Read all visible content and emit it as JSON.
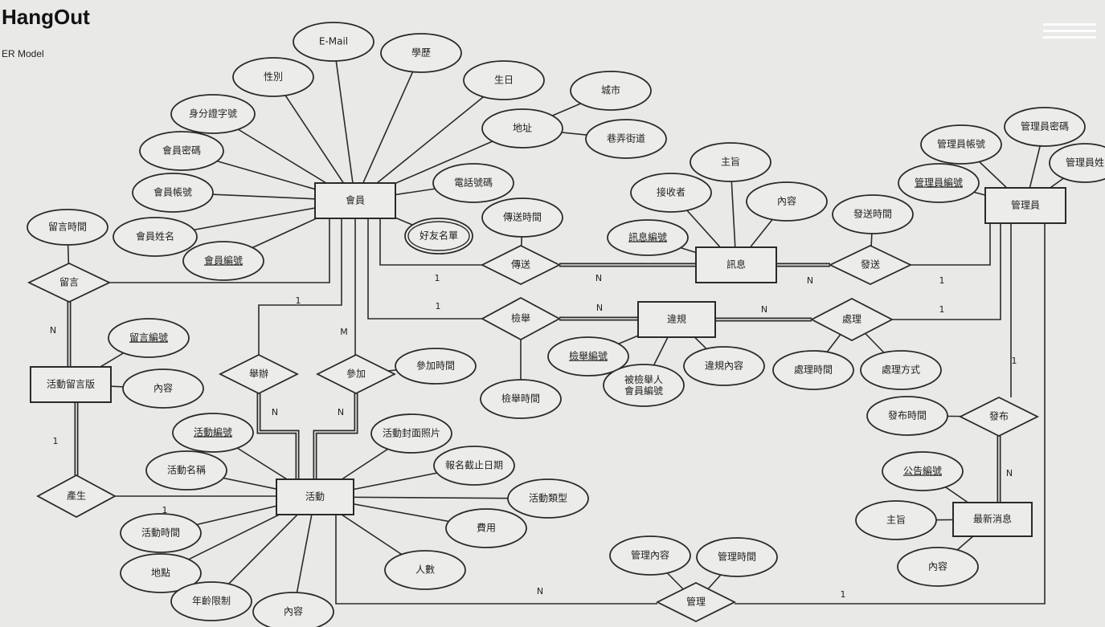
{
  "app": {
    "title": "HangOut",
    "subtitle": "ER Model"
  },
  "entities": [
    {
      "id": "member",
      "label": "會員"
    },
    {
      "id": "message",
      "label": "訊息"
    },
    {
      "id": "admin",
      "label": "管理員"
    },
    {
      "id": "violation",
      "label": "違規"
    },
    {
      "id": "board",
      "label": "活動留言版"
    },
    {
      "id": "activity",
      "label": "活動"
    },
    {
      "id": "news",
      "label": "最新消息"
    }
  ],
  "relationships": [
    {
      "id": "r_msg",
      "label": "留言"
    },
    {
      "id": "r_send",
      "label": "傳送"
    },
    {
      "id": "r_post",
      "label": "發送"
    },
    {
      "id": "r_report",
      "label": "檢舉"
    },
    {
      "id": "r_handle",
      "label": "處理"
    },
    {
      "id": "r_host",
      "label": "舉辦"
    },
    {
      "id": "r_join",
      "label": "參加"
    },
    {
      "id": "r_gen",
      "label": "產生"
    },
    {
      "id": "r_publish",
      "label": "發布"
    },
    {
      "id": "r_manage",
      "label": "管理"
    }
  ],
  "attributes": [
    {
      "id": "a_email",
      "label": "E-Mail"
    },
    {
      "id": "a_edu",
      "label": "學歷"
    },
    {
      "id": "a_gender",
      "label": "性別"
    },
    {
      "id": "a_birth",
      "label": "生日"
    },
    {
      "id": "a_city",
      "label": "城市"
    },
    {
      "id": "a_id",
      "label": "身分證字號"
    },
    {
      "id": "a_addr",
      "label": "地址"
    },
    {
      "id": "a_street",
      "label": "巷弄街道"
    },
    {
      "id": "a_pwd",
      "label": "會員密碼"
    },
    {
      "id": "a_acct",
      "label": "會員帳號"
    },
    {
      "id": "a_phone",
      "label": "電話號碼"
    },
    {
      "id": "a_sendtime",
      "label": "傳送時間"
    },
    {
      "id": "a_friends",
      "label": "好友名單"
    },
    {
      "id": "a_msgtime",
      "label": "留言時間"
    },
    {
      "id": "a_mname",
      "label": "會員姓名"
    },
    {
      "id": "a_mno",
      "label": "會員編號"
    },
    {
      "id": "a_subj",
      "label": "主旨"
    },
    {
      "id": "a_recv",
      "label": "接收者"
    },
    {
      "id": "a_content1",
      "label": "內容"
    },
    {
      "id": "a_msgno",
      "label": "訊息編號"
    },
    {
      "id": "a_posttime",
      "label": "發送時間"
    },
    {
      "id": "a_admacct",
      "label": "管理員帳號"
    },
    {
      "id": "a_admpwd",
      "label": "管理員密碼"
    },
    {
      "id": "a_admname",
      "label": "管理員姓"
    },
    {
      "id": "a_admno",
      "label": "管理員編號"
    },
    {
      "id": "a_boardno",
      "label": "留言編號"
    },
    {
      "id": "a_boardcontent",
      "label": "內容"
    },
    {
      "id": "a_joint",
      "label": "參加時間"
    },
    {
      "id": "a_reportno",
      "label": "檢舉編號"
    },
    {
      "id": "a_reportedmember",
      "label": "被檢舉人\n會員編號"
    },
    {
      "id": "a_violcontent",
      "label": "違規內容"
    },
    {
      "id": "a_handletime",
      "label": "處理時間"
    },
    {
      "id": "a_handleway",
      "label": "處理方式"
    },
    {
      "id": "a_reporttime",
      "label": "檢舉時間"
    },
    {
      "id": "a_pubtime",
      "label": "發布時間"
    },
    {
      "id": "a_actno",
      "label": "活動編號"
    },
    {
      "id": "a_cover",
      "label": "活動封面照片"
    },
    {
      "id": "a_deadline",
      "label": "報名截止日期"
    },
    {
      "id": "a_actname",
      "label": "活動名稱"
    },
    {
      "id": "a_acttype",
      "label": "活動類型"
    },
    {
      "id": "a_fee",
      "label": "費用"
    },
    {
      "id": "a_acttime",
      "label": "活動時間"
    },
    {
      "id": "a_place",
      "label": "地點"
    },
    {
      "id": "a_people",
      "label": "人數"
    },
    {
      "id": "a_age",
      "label": "年齡限制"
    },
    {
      "id": "a_actcontent",
      "label": "內容"
    },
    {
      "id": "a_newsno",
      "label": "公告編號"
    },
    {
      "id": "a_newssubj",
      "label": "主旨"
    },
    {
      "id": "a_newscontent",
      "label": "內容"
    },
    {
      "id": "a_mgmtcontent",
      "label": "管理內容"
    },
    {
      "id": "a_mgmttime",
      "label": "管理時間"
    }
  ],
  "cardinalities": [
    {
      "id": "c1",
      "label": "1"
    },
    {
      "id": "c2",
      "label": "N"
    },
    {
      "id": "c3",
      "label": "N"
    },
    {
      "id": "c4",
      "label": "1"
    },
    {
      "id": "c5",
      "label": "1"
    },
    {
      "id": "c6",
      "label": "N"
    },
    {
      "id": "c7",
      "label": "N"
    },
    {
      "id": "c8",
      "label": "1"
    },
    {
      "id": "c9",
      "label": "1"
    },
    {
      "id": "c10",
      "label": "M"
    },
    {
      "id": "c11",
      "label": "N"
    },
    {
      "id": "c12",
      "label": "N"
    },
    {
      "id": "c13",
      "label": "N"
    },
    {
      "id": "c14",
      "label": "1"
    },
    {
      "id": "c15",
      "label": "1"
    },
    {
      "id": "c16",
      "label": "1"
    },
    {
      "id": "c17",
      "label": "N"
    },
    {
      "id": "c18",
      "label": "N"
    },
    {
      "id": "c19",
      "label": "1"
    }
  ]
}
